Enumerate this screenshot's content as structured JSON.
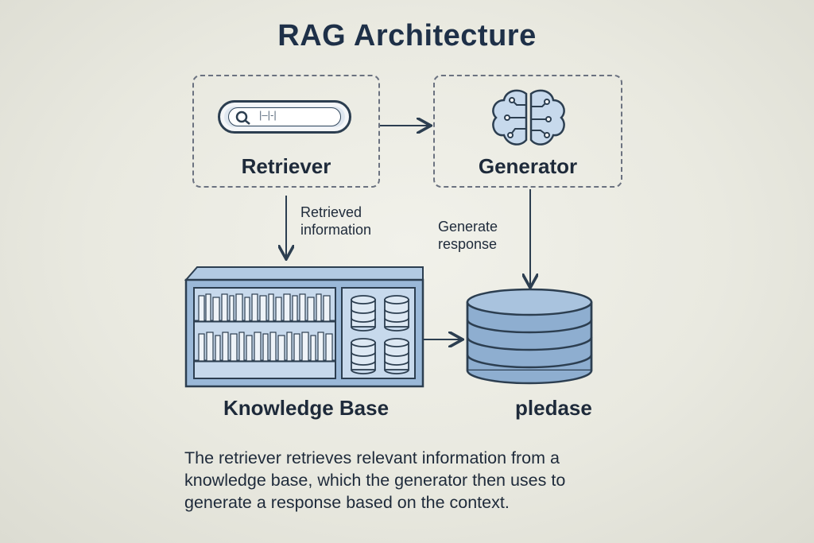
{
  "title": "RAG Architecture",
  "retriever": {
    "label": "Retriever",
    "search_text": "|–|-|"
  },
  "generator": {
    "label": "Generator"
  },
  "flows": {
    "retrieved_line1": "Retrieved",
    "retrieved_line2": "information",
    "generate_line1": "Generate",
    "generate_line2": "response"
  },
  "knowledge_base": {
    "label": "Knowledge Base"
  },
  "database": {
    "label": "pledase"
  },
  "caption": {
    "line1": "The retriever retrieves relevant information from a",
    "line2": "knowledge base, which the generator then uses to",
    "line3": "generate a response based on the context."
  },
  "colors": {
    "accent_blue": "#9ab8d8",
    "dark_outline": "#2c3e50",
    "light_blue": "#c7d9ec"
  },
  "icons": [
    "search-icon",
    "brain-icon",
    "bookshelf-icon",
    "database-icon"
  ]
}
